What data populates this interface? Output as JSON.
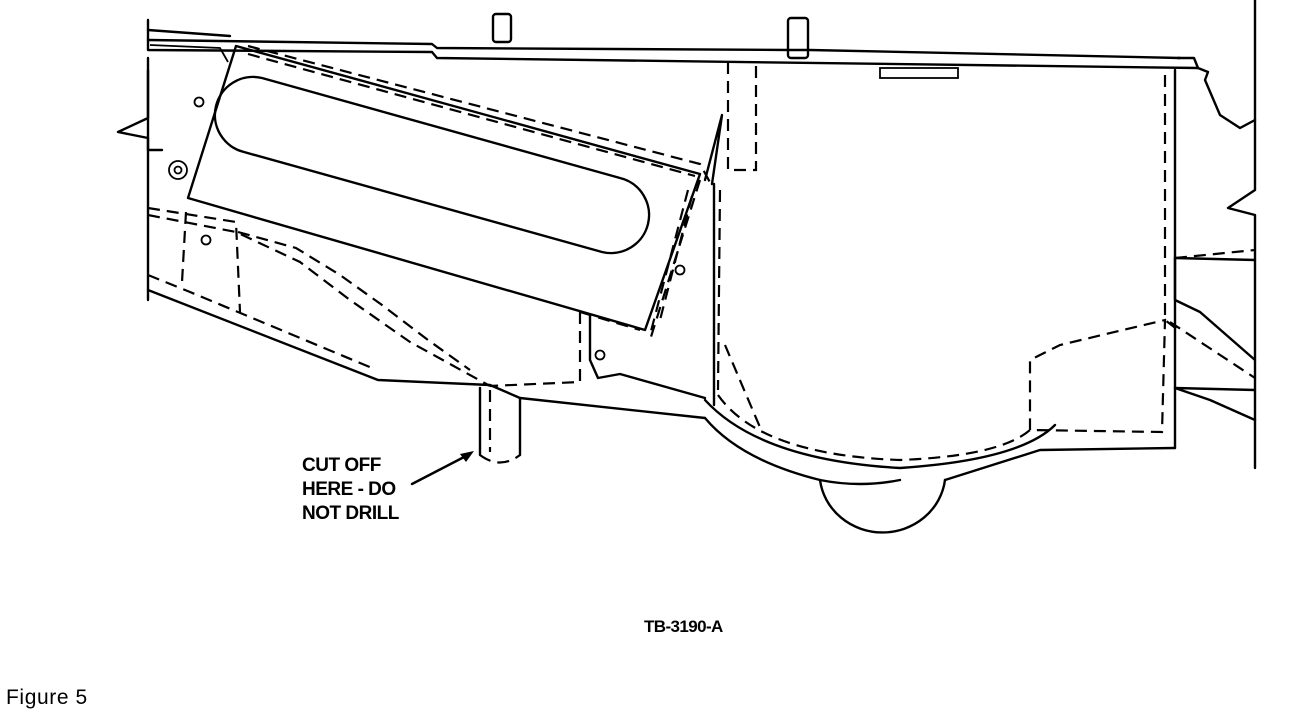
{
  "callout": {
    "line1": "CUT OFF",
    "line2": "HERE - DO",
    "line3": "NOT DRILL"
  },
  "figure_id": "TB-3190-A",
  "caption": "Figure 5"
}
